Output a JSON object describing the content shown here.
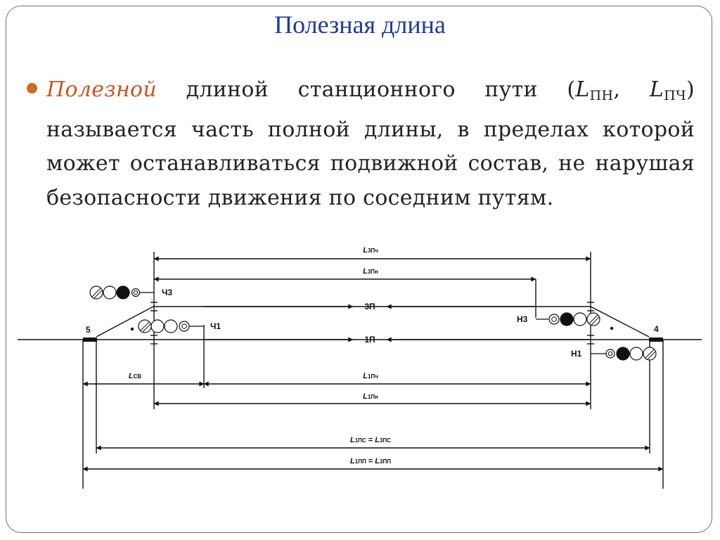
{
  "slide": {
    "title": "Полезная длина",
    "definition": {
      "term": "Полезной",
      "text_before_symbols": " длиной станционного пути (",
      "sym1_main": "L",
      "sym1_sub": "ПН",
      "separator": ", ",
      "sym2_main": "L",
      "sym2_sub": "ПЧ",
      "text_after_symbols": ") называется часть полной длины, в пределах которой может останавливаться подвижной состав, не нарушая безопасности движения по соседним путям."
    }
  },
  "diagram": {
    "tracks": {
      "track_3": "3П",
      "track_1": "1П"
    },
    "switches": {
      "left": "5",
      "right": "4"
    },
    "signals": {
      "ch3": "Ч3",
      "ch1": "Ч1",
      "n3": "Н3",
      "n1": "Н1"
    },
    "dimensions": {
      "l3pch": {
        "main": "L",
        "sub": "3Пч"
      },
      "l3pn": {
        "main": "L",
        "sub": "3Пн"
      },
      "lsv": {
        "main": "L",
        "sub": "СВ"
      },
      "l1pch": {
        "main": "L",
        "sub": "1Пч"
      },
      "l1pn": {
        "main": "L",
        "sub": "1Пн"
      },
      "lpc_a": {
        "main": "L",
        "sub": "1ПС"
      },
      "lpc_eq": " = ",
      "lpc_b": {
        "main": "L",
        "sub": "3ПС"
      },
      "lpp_a": {
        "main": "L",
        "sub": "1ПП"
      },
      "lpp_eq": " = ",
      "lpp_b": {
        "main": "L",
        "sub": "3ПП"
      }
    }
  }
}
